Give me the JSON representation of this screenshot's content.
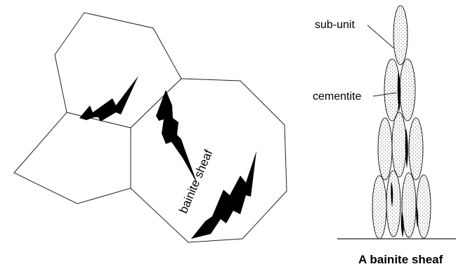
{
  "labels": {
    "bainite_sheaf_inset": "bainite sheaf",
    "sub_unit": "sub-unit",
    "cementite": "cementite",
    "caption": "A bainite sheaf"
  }
}
